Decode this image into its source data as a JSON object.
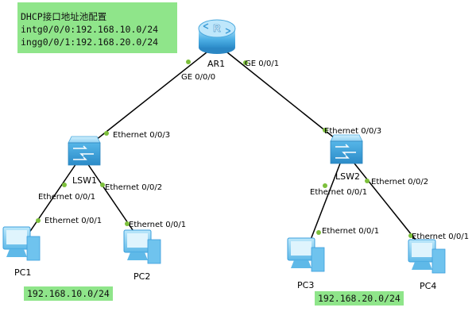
{
  "note": {
    "title": "DHCP接口地址池配置",
    "lines": [
      "intg0/0/0:192.168.10.0/24",
      "ingg0/0/1:192.168.20.0/24"
    ]
  },
  "devices": {
    "ar1": "AR1",
    "lsw1": "LSW1",
    "lsw2": "LSW2",
    "pc1": "PC1",
    "pc2": "PC2",
    "pc3": "PC3",
    "pc4": "PC4"
  },
  "ports": {
    "ar1_g000": "GE 0/0/0",
    "ar1_g001": "GE 0/0/1",
    "lsw1_e3": "Ethernet 0/0/3",
    "lsw1_e1": "Ethernet 0/0/1",
    "lsw1_e2": "Ethernet 0/0/2",
    "pc1_e1": "Ethernet 0/0/1",
    "pc2_e1": "Ethernet 0/0/1",
    "lsw2_e3": "Ethernet 0/0/3",
    "lsw2_e1": "Ethernet 0/0/1",
    "lsw2_e2": "Ethernet 0/0/2",
    "pc3_e1": "Ethernet 0/0/1",
    "pc4_e1": "Ethernet 0/0/1"
  },
  "subnets": {
    "left": "192.168.10.0/24",
    "right": "192.168.20.0/24"
  },
  "colors": {
    "note_bg": "#8fe58a",
    "link": "#000000",
    "port_dot": "#7dc03c",
    "device_blue": "#3b9fdc"
  },
  "icons": {
    "router": "router-icon",
    "switch": "switch-icon",
    "pc": "pc-icon"
  }
}
